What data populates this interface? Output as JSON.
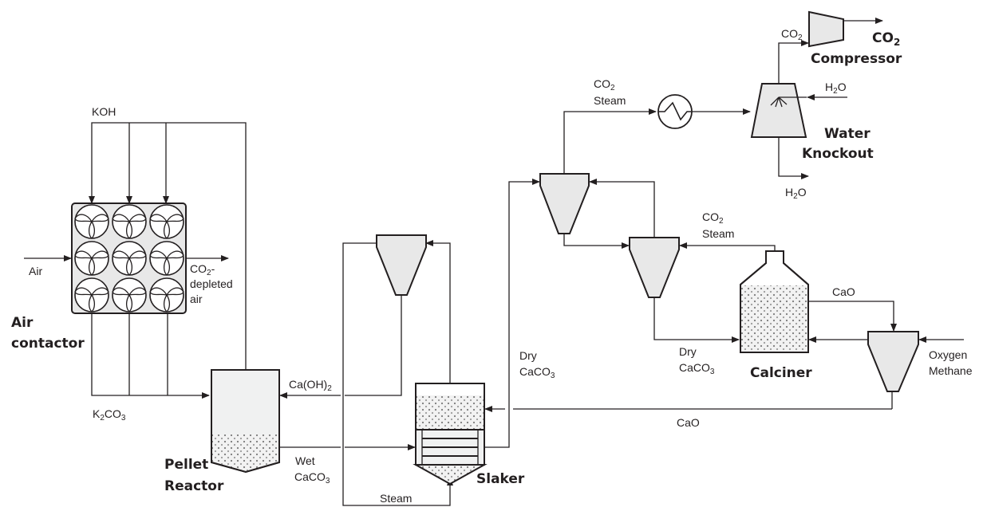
{
  "title": "Direct air capture process flow diagram",
  "units": {
    "air_contactor": "Air\ncontactor",
    "pellet_reactor": "Pellet\nReactor",
    "slaker": "Slaker",
    "calciner": "Calciner",
    "water_knockout": "Water\nKnockout",
    "co2_compressor": "Compressor",
    "co2_product_main": "CO",
    "co2_product_sub": "2"
  },
  "streams": {
    "koh": "KOH",
    "air": "Air",
    "co2_depleted_1_main": "CO",
    "co2_depleted_1_sub": "2",
    "co2_depleted_1_tail": "-",
    "co2_depleted_2": "depleted",
    "co2_depleted_3": "air",
    "k2co3_a": "K",
    "k2co3_b": "2",
    "k2co3_c": "CO",
    "k2co3_d": "3",
    "caoh2_main": "Ca(OH)",
    "caoh2_sub": "2",
    "wet": "Wet",
    "wet_caco3_main": "CaCO",
    "wet_caco3_sub": "3",
    "steam_slaker": "Steam",
    "dry_1": "Dry",
    "dry_caco3_1_main": "CaCO",
    "dry_caco3_1_sub": "3",
    "dry_2": "Dry",
    "dry_caco3_2_main": "CaCO",
    "dry_caco3_2_sub": "3",
    "cao_return": "CaO",
    "cao_calciner": "CaO",
    "oxygen": "Oxygen",
    "methane": "Methane",
    "co2_steam_calciner_main": "CO",
    "co2_steam_calciner_sub": "2",
    "steam_calciner": "Steam",
    "co2_steam_top_main": "CO",
    "co2_steam_top_sub": "2",
    "steam_top": "Steam",
    "co2_to_compressor_main": "CO",
    "co2_to_compressor_sub": "2",
    "h2o_in_main": "H",
    "h2o_in_sub": "2",
    "h2o_in_tail": "O",
    "h2o_out_main": "H",
    "h2o_out_sub": "2",
    "h2o_out_tail": "O"
  },
  "colors": {
    "line": "#231f20",
    "vessel_fill": "#e8e8e8",
    "vessel_light_fill": "#f0f1f1",
    "particle_fill": "#8a8a8a"
  }
}
